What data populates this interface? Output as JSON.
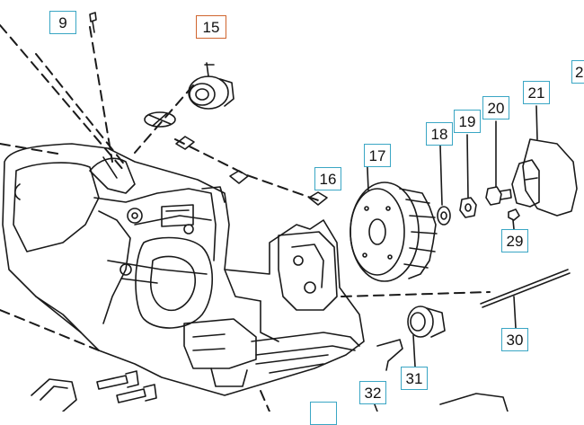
{
  "callouts": [
    {
      "id": "9",
      "text": "9"
    },
    {
      "id": "15",
      "text": "15",
      "highlight": true
    },
    {
      "id": "16",
      "text": "16"
    },
    {
      "id": "17",
      "text": "17"
    },
    {
      "id": "18",
      "text": "18"
    },
    {
      "id": "19",
      "text": "19"
    },
    {
      "id": "20",
      "text": "20"
    },
    {
      "id": "21",
      "text": "21"
    },
    {
      "id": "2x",
      "text": "2"
    },
    {
      "id": "29",
      "text": "29"
    },
    {
      "id": "30",
      "text": "30"
    },
    {
      "id": "31",
      "text": "31"
    },
    {
      "id": "32",
      "text": "32"
    }
  ],
  "colors": {
    "callout_border": "#3aa6c4",
    "callout_highlight": "#d0652e",
    "line_art": "#1a1a1a"
  }
}
